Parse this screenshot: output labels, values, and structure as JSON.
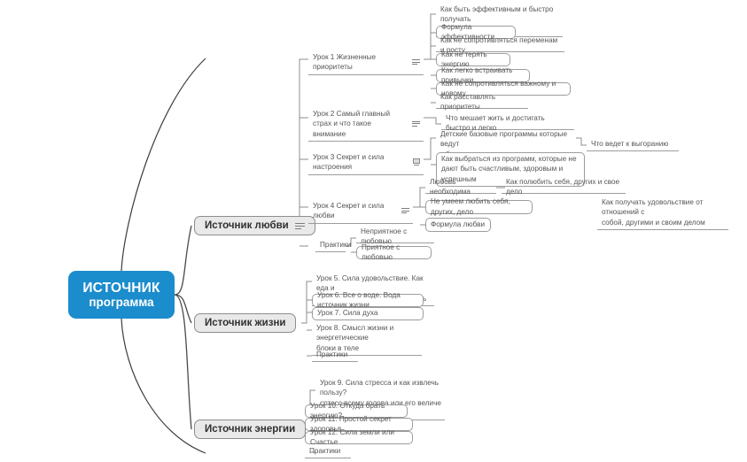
{
  "root": {
    "line1": "ИСТОЧНИК",
    "line2": "программа",
    "color": "#1b8ccc"
  },
  "branches": [
    {
      "label": "Источник любви",
      "icon": "notes-icon"
    },
    {
      "label": "Источник жизни",
      "icon": "none"
    },
    {
      "label": "Источник энергии",
      "icon": "none"
    }
  ],
  "love": {
    "lesson1": {
      "label": "Урок 1 Жизненные приоритеты",
      "children": [
        "Как быть эффективным и быстро получать\nрезультаты",
        "Формула эффективности",
        "Как не сопротивляться переменам и росту",
        "Как не терять энергию",
        "Как легко встраивать привычки",
        "Как не сопротивляться важному и новому",
        "Как расставлять приоритеты"
      ]
    },
    "lesson2": {
      "label": "Урок 2 Самый главный страх и что такое\nвнимание",
      "children": [
        "Что мешает жить и достигать быстро и легко"
      ]
    },
    "lesson3": {
      "label": "Урок 3 Секрет и сила настроения",
      "children": [
        "Детские базовые программы которые ведут\nк болеть страдать уставать",
        "Как выбраться из программ, которые не\nдают быть счастливым, здоровым и\nуспешным"
      ],
      "grandchildren": [
        "Что ведет к выгоранию"
      ]
    },
    "lesson4": {
      "label": "Урок 4 Секрет и сила любви",
      "children": [
        "Любовь необходима",
        "Не умеем любить себя, других, дело",
        "Формула любви"
      ],
      "grandchildren": [
        "Как полюбить себя, других и свое дело",
        "Как получать удовольствие от отношений с\nсобой, другими и своим делом"
      ]
    },
    "practices": {
      "label": "Практики",
      "children": [
        "Неприятное с любовью",
        "Приятное с любовью"
      ]
    }
  },
  "life": {
    "items": [
      "Урок 5. Сила удовольствие. Как еда и\nкишечник влияют на нашу жизнь",
      "Урок 6. Все о воде. Вода источник жизни",
      "Урок 7. Сила духа",
      "Урок 8. Смысл жизни и энергетические\nблоки в теле",
      "Практики"
    ]
  },
  "energy": {
    "items": [
      "Урок 9. Сила стресса и как извлечь пользу?\nсртесс всему голова или его величе\nство стресс",
      "Урок 10. Откуда брать энергию?",
      "Урок 11. Простой секрет здоровья",
      "Урок 12. Сила земли или Счастье",
      "Практики"
    ]
  }
}
